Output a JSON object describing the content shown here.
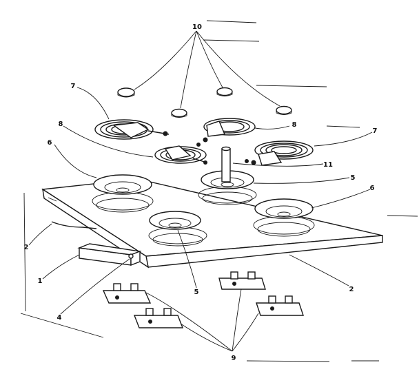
{
  "diagram": {
    "callouts": [
      "10",
      "7",
      "8",
      "6",
      "7",
      "11",
      "5",
      "6",
      "2",
      "1",
      "4",
      "5",
      "2",
      "9"
    ]
  }
}
